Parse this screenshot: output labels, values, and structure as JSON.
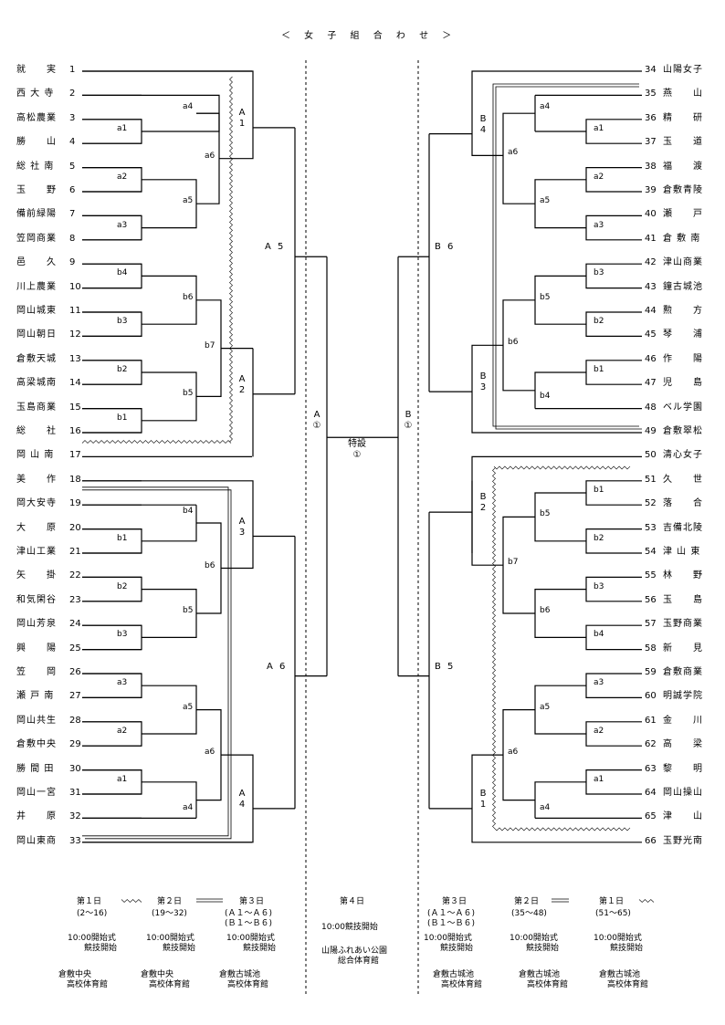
{
  "title": "＜ 女 子 組 合 わ せ ＞",
  "left_teams": [
    {
      "num": "1",
      "name": "就　　実"
    },
    {
      "num": "2",
      "name": "西 大 寺"
    },
    {
      "num": "3",
      "name": "高松農業"
    },
    {
      "num": "4",
      "name": "勝　　山"
    },
    {
      "num": "5",
      "name": "総 社 南"
    },
    {
      "num": "6",
      "name": "玉　　野"
    },
    {
      "num": "7",
      "name": "備前緑陽"
    },
    {
      "num": "8",
      "name": "笠岡商業"
    },
    {
      "num": "9",
      "name": "邑　　久"
    },
    {
      "num": "10",
      "name": "川上農業"
    },
    {
      "num": "11",
      "name": "岡山城東"
    },
    {
      "num": "12",
      "name": "岡山朝日"
    },
    {
      "num": "13",
      "name": "倉敷天城"
    },
    {
      "num": "14",
      "name": "高梁城南"
    },
    {
      "num": "15",
      "name": "玉島商業"
    },
    {
      "num": "16",
      "name": "総　　社"
    },
    {
      "num": "17",
      "name": "岡 山 南"
    },
    {
      "num": "18",
      "name": "美　　作"
    },
    {
      "num": "19",
      "name": "岡大安寺"
    },
    {
      "num": "20",
      "name": "大　　原"
    },
    {
      "num": "21",
      "name": "津山工業"
    },
    {
      "num": "22",
      "name": "矢　　掛"
    },
    {
      "num": "23",
      "name": "和気閑谷"
    },
    {
      "num": "24",
      "name": "岡山芳泉"
    },
    {
      "num": "25",
      "name": "興　　陽"
    },
    {
      "num": "26",
      "name": "笠　　岡"
    },
    {
      "num": "27",
      "name": "瀬 戸 南"
    },
    {
      "num": "28",
      "name": "岡山共生"
    },
    {
      "num": "29",
      "name": "倉敷中央"
    },
    {
      "num": "30",
      "name": "勝 間 田"
    },
    {
      "num": "31",
      "name": "岡山一宮"
    },
    {
      "num": "32",
      "name": "井　　原"
    },
    {
      "num": "33",
      "name": "岡山東商"
    }
  ],
  "right_teams": [
    {
      "num": "34",
      "name": "山陽女子"
    },
    {
      "num": "35",
      "name": "燕　　山"
    },
    {
      "num": "36",
      "name": "精　　研"
    },
    {
      "num": "37",
      "name": "玉　　道"
    },
    {
      "num": "38",
      "name": "福　　渡"
    },
    {
      "num": "39",
      "name": "倉敷青陵"
    },
    {
      "num": "40",
      "name": "瀬　　戸"
    },
    {
      "num": "41",
      "name": "倉 敷 南"
    },
    {
      "num": "42",
      "name": "津山商業"
    },
    {
      "num": "43",
      "name": "鐘古城池"
    },
    {
      "num": "44",
      "name": "勲　　方"
    },
    {
      "num": "45",
      "name": "琴　　浦"
    },
    {
      "num": "46",
      "name": "作　　陽"
    },
    {
      "num": "47",
      "name": "児　　島"
    },
    {
      "num": "48",
      "name": "ベル学園"
    },
    {
      "num": "49",
      "name": "倉敷翠松"
    },
    {
      "num": "50",
      "name": "清心女子"
    },
    {
      "num": "51",
      "name": "久　　世"
    },
    {
      "num": "52",
      "name": "落　　合"
    },
    {
      "num": "53",
      "name": "吉備北陵"
    },
    {
      "num": "54",
      "name": "津 山 東"
    },
    {
      "num": "55",
      "name": "林　　野"
    },
    {
      "num": "56",
      "name": "玉　　島"
    },
    {
      "num": "57",
      "name": "玉野商業"
    },
    {
      "num": "58",
      "name": "新　　見"
    },
    {
      "num": "59",
      "name": "倉敷商業"
    },
    {
      "num": "60",
      "name": "明誠学院"
    },
    {
      "num": "61",
      "name": "金　　川"
    },
    {
      "num": "62",
      "name": "高　　梁"
    },
    {
      "num": "63",
      "name": "黎　　明"
    },
    {
      "num": "64",
      "name": "岡山操山"
    },
    {
      "num": "65",
      "name": "津　　山"
    },
    {
      "num": "66",
      "name": "玉野光南"
    }
  ],
  "round_labels": {
    "a1": "a1",
    "a2": "a2",
    "a3": "a3",
    "a4": "a4",
    "a5": "a5",
    "a6": "a6",
    "b1": "b1",
    "b2": "b2",
    "b3": "b3",
    "b4": "b4",
    "b5": "b5",
    "b6": "b6",
    "b7": "b7"
  },
  "block_labels": {
    "A1": "A\n1",
    "A2": "A\n2",
    "A3": "A\n3",
    "A4": "A\n4",
    "A5": "A 5",
    "A6": "A 6",
    "B1": "B\n1",
    "B2": "B\n2",
    "B3": "B\n3",
    "B4": "B\n4",
    "B5": "B 5",
    "B6": "B 6",
    "A_final": "A\n①",
    "B_final": "B\n①"
  },
  "special": "特設\n①",
  "footer": {
    "day1_left": "第１日",
    "day2_left": "第２日",
    "day3_left": "第３日",
    "range1_left": "(2～16)",
    "range2_left": "(19～32)",
    "range3_left": "(Ａ１～Ａ６)\n(Ｂ１～Ｂ６)",
    "time1_left": "10:00開始式\n　　競技開始",
    "time2_left": "10:00開始式\n　　競技開始",
    "time3_left": "10:00開始式\n　　競技開始",
    "venue1_left": "倉敷中央\n　高校体育館",
    "venue2_left": "倉敷中央\n　高校体育館",
    "venue3_left": "倉敷古城池\n　高校体育館",
    "day4": "第４日",
    "time4": "10:00競技開始",
    "venue4": "山陽ふれあい公園\n　　総合体育館",
    "day3_right": "第３日",
    "day2_right": "第２日",
    "day1_right": "第１日",
    "range3_right": "(Ａ１～Ａ６)\n(Ｂ１～Ｂ６)",
    "range2_right": "(35～48)",
    "range1_right": "(51～65)",
    "time3_right": "10:00開始式\n　　競技開始",
    "time2_right": "10:00開始式\n　　競技開始",
    "time1_right": "10:00開始式\n　　競技開始",
    "venue3_right": "倉敷古城池\n　高校体育館",
    "venue2_right": "倉敷古城池\n　高校体育館",
    "venue1_right": "倉敷古城池\n　高校体育館"
  }
}
